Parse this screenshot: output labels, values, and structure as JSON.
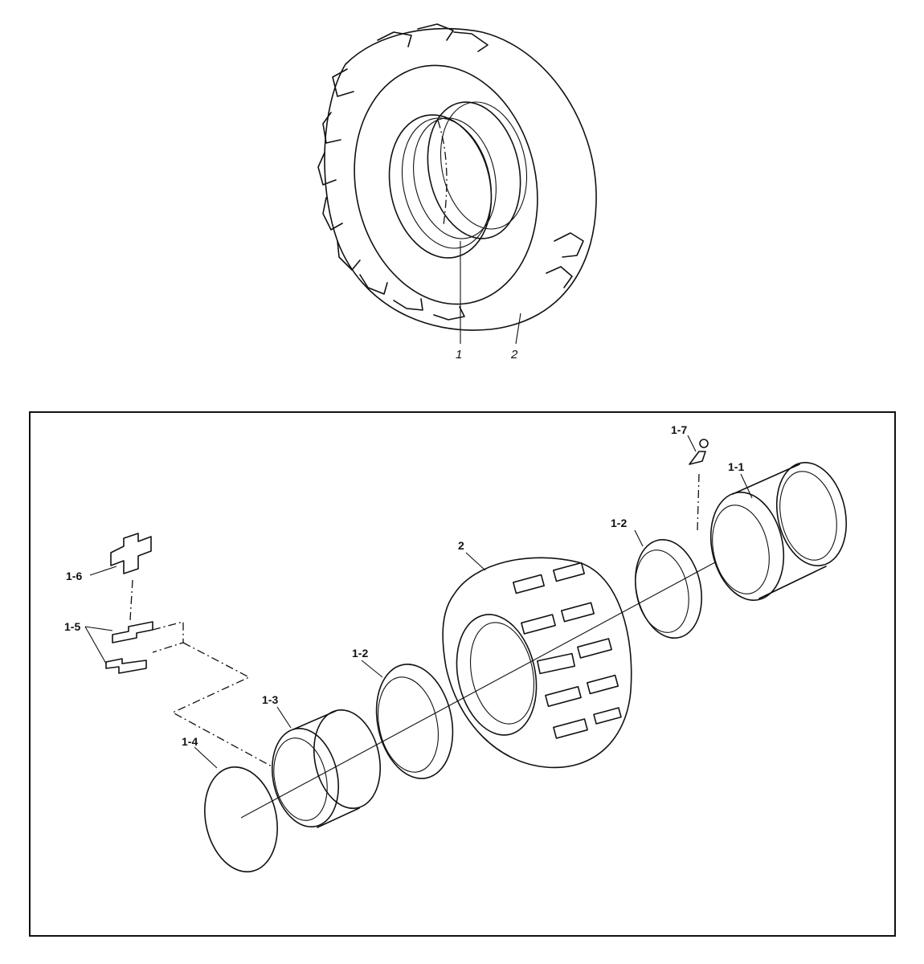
{
  "overview": {
    "callouts": [
      {
        "id": "overview-callout-1",
        "text": "1"
      },
      {
        "id": "overview-callout-2",
        "text": "2"
      }
    ]
  },
  "exploded": {
    "callouts": [
      {
        "id": "callout-1-7",
        "text": "1-7"
      },
      {
        "id": "callout-1-1",
        "text": "1-1"
      },
      {
        "id": "callout-1-2-right",
        "text": "1-2"
      },
      {
        "id": "callout-2",
        "text": "2"
      },
      {
        "id": "callout-1-6",
        "text": "1-6"
      },
      {
        "id": "callout-1-5",
        "text": "1-5"
      },
      {
        "id": "callout-1-2-left",
        "text": "1-2"
      },
      {
        "id": "callout-1-3",
        "text": "1-3"
      },
      {
        "id": "callout-1-4",
        "text": "1-4"
      }
    ]
  }
}
